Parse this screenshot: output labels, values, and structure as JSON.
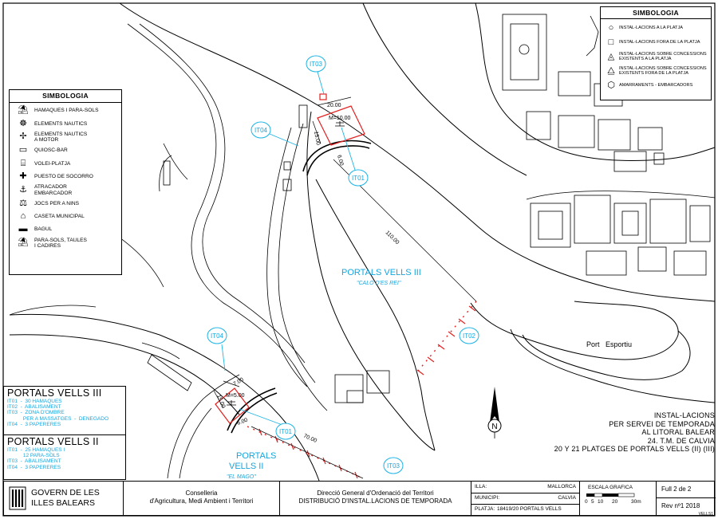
{
  "legend_left": {
    "title": "SIMBOLOGIA",
    "items": [
      {
        "icon": "hammock-icon",
        "glyph": "⛱",
        "label": "HAMAQUES I PARA-SOLS"
      },
      {
        "icon": "wheel-icon",
        "glyph": "☸",
        "label": "ELEMENTS NAUTICS"
      },
      {
        "icon": "propeller-icon",
        "glyph": "✢",
        "label": "ELEMENTS NAUTICS\nA MOTOR"
      },
      {
        "icon": "kiosk-icon",
        "glyph": "▭",
        "label": "QUIOSC-BAR"
      },
      {
        "icon": "volleyball-icon",
        "glyph": "⌸",
        "label": "VOLEI-PLATJA"
      },
      {
        "icon": "first-aid-icon",
        "glyph": "✚",
        "label": "PUESTO DE SOCORRO"
      },
      {
        "icon": "dock-icon",
        "glyph": "⚓",
        "label": "ATRACADOR\nEMBARCADOR"
      },
      {
        "icon": "seesaw-icon",
        "glyph": "⚖",
        "label": "JOCS PER A NINS"
      },
      {
        "icon": "house-icon",
        "glyph": "⌂",
        "label": "CASETA MUNICIPAL"
      },
      {
        "icon": "locker-icon",
        "glyph": "▬",
        "label": "BAGUL"
      },
      {
        "icon": "table-umbrella-icon",
        "glyph": "⛱",
        "label": "PARA-SOLS, TAULES\nI CADIRES"
      }
    ]
  },
  "legend_right": {
    "title": "SIMBOLOGIA",
    "items": [
      {
        "icon": "circle-icon",
        "glyph": "○",
        "label": "INSTAL-LACIONS A LA PLATJA"
      },
      {
        "icon": "square-icon",
        "glyph": "□",
        "label": "INSTAL-LACIONS FORA DE LA PLATJA"
      },
      {
        "icon": "triangle-in-circle-icon",
        "glyph": "◬",
        "label": "INSTAL-LACIONS SOBRE CONCESSIONS\nEXISTENTS A LA PLATJA"
      },
      {
        "icon": "triangle-in-square-icon",
        "glyph": "⧋",
        "label": "INSTAL-LACIONS SOBRE CONCESSIONS\nEXISTENTS FORA DE LA PLATJA"
      },
      {
        "icon": "hexagon-icon",
        "glyph": "⬡",
        "label": "AMARRAMENTS - EMBARCADORS"
      }
    ]
  },
  "map_labels": {
    "portals_iii": "PORTALS VELLS III",
    "portals_iii_sub": "\"CALO D'ES REI\"",
    "portals_ii_1": "PORTALS",
    "portals_ii_2": "VELLS II",
    "portals_ii_sub": "\"EL MAGO\"",
    "port": "Port   Esportiu",
    "north": "N",
    "dim_20": "20.00",
    "dim_15a": "15.00",
    "dim_m10": "M=10.00",
    "dim_6a": "6.00",
    "dim_110": "110.00",
    "dim_15b": "15.00",
    "dim_7": "7.00",
    "dim_m5": "M=5.00",
    "dim_6b": "6.00",
    "dim_70": "70.00"
  },
  "markers": [
    {
      "id": "IT03"
    },
    {
      "id": "IT04"
    },
    {
      "id": "IT01"
    },
    {
      "id": "IT02"
    },
    {
      "id": "IT04"
    },
    {
      "id": "IT01"
    },
    {
      "id": "IT03"
    }
  ],
  "inst_iii": {
    "title": "PORTALS VELLS III",
    "lines": [
      "IT01  -  30 HAMAQUES",
      "IT02  -  ABALISAMENT",
      "IT03  -  ZONA D'OMBRE",
      "           PER A MASSATGES  -  DENEGADO",
      "IT04  -  3 PAPERERES"
    ]
  },
  "inst_ii": {
    "title": "PORTALS VELLS II",
    "lines": [
      "IT01  -  25 HAMAQUES I",
      "           12 PARA-SOLS",
      "IT03  -  ABALISAMENT",
      "IT04  -  3 PAPERERES"
    ]
  },
  "title_note": {
    "lines": [
      "INSTAL-LACIONS",
      "PER SERVEI DE TEMPORADA",
      "AL LITORAL BALEAR",
      "24. T.M. DE CALVIA",
      "20 y 21 PLATGES DE PORTALS VELLS (II) (III)"
    ]
  },
  "title_block": {
    "govern_1": "GOVERN DE LES",
    "govern_2": "ILLES BALEARS",
    "conselleria_1": "Conselleria",
    "conselleria_2": "d'Agricultura, Medi Ambient i Territori",
    "direccio_1": "Direcció General d'Ordenació del Territori",
    "direccio_2": "DISTRIBUCIÓ D'INSTAL.LACIONS DE TEMPORADA",
    "illa_label": "ILLA:",
    "illa_value": "MALLORCA",
    "municipi_label": "MUNICIPI:",
    "municipi_value": "CALVIA",
    "platja_label": "PLATJA:",
    "platja_value": "18419/20 PORTALS VELLS",
    "escala_title": "ESCALA GRAFICA",
    "escala_ticks": [
      "0",
      "5",
      "10",
      "20",
      "30m"
    ],
    "full": "Full  2  de  2",
    "rev": "Rev  nº1  2018",
    "code": "VELLS1"
  }
}
